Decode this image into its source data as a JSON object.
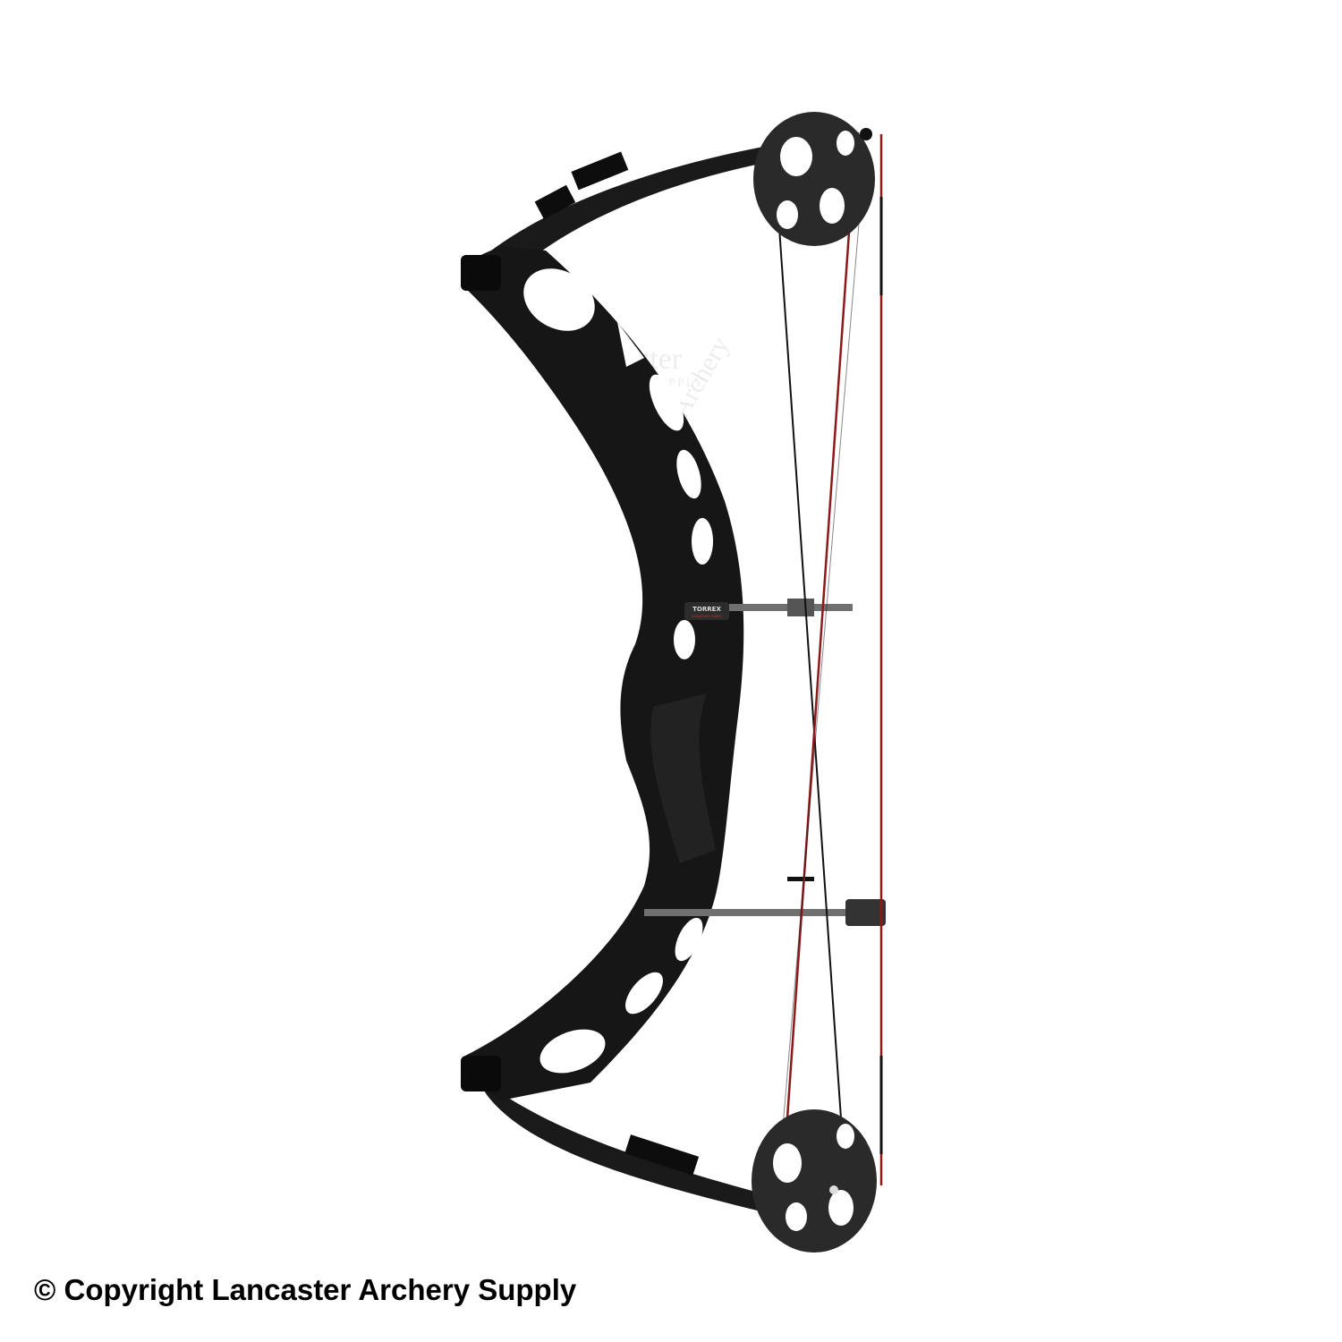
{
  "product": {
    "riser_badge": "TORREX",
    "riser_badge_sub": "SIGNATURE SERIES",
    "colors": {
      "riser": "#151515",
      "string_red": "#8b1a1a",
      "cable_black": "#111111",
      "rod": "#6e6e6e"
    }
  },
  "watermark": {
    "text": "Lancaster Archery Supply"
  },
  "footer": {
    "copyright": "© Copyright Lancaster Archery Supply"
  }
}
